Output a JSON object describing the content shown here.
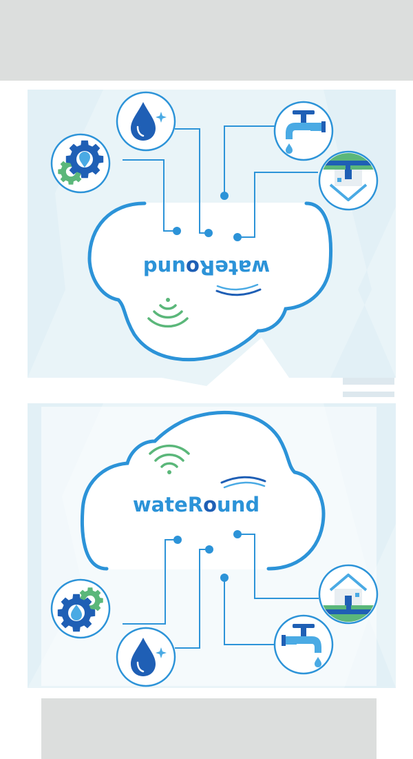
{
  "colors": {
    "band": "#dcdedd",
    "pale_bg": "#e9f4f8",
    "blue": "#2c93d8",
    "dark_blue": "#1f5fb5",
    "light_blue": "#4aaae4",
    "green": "#5bb77a",
    "pale_blue": "#9fcbe9"
  },
  "logo": {
    "bottom": {
      "text_before": "wateR",
      "text_after": "und"
    },
    "top_mirrored": {
      "text_before": "wateR",
      "text_after": "und"
    }
  },
  "icons": {
    "bottom": [
      "gear-drop-icon",
      "water-drop-icon",
      "house-pipe-icon",
      "faucet-icon"
    ],
    "top": [
      "gear-drop-icon",
      "water-drop-icon",
      "faucet-icon",
      "house-pipe-icon"
    ]
  }
}
